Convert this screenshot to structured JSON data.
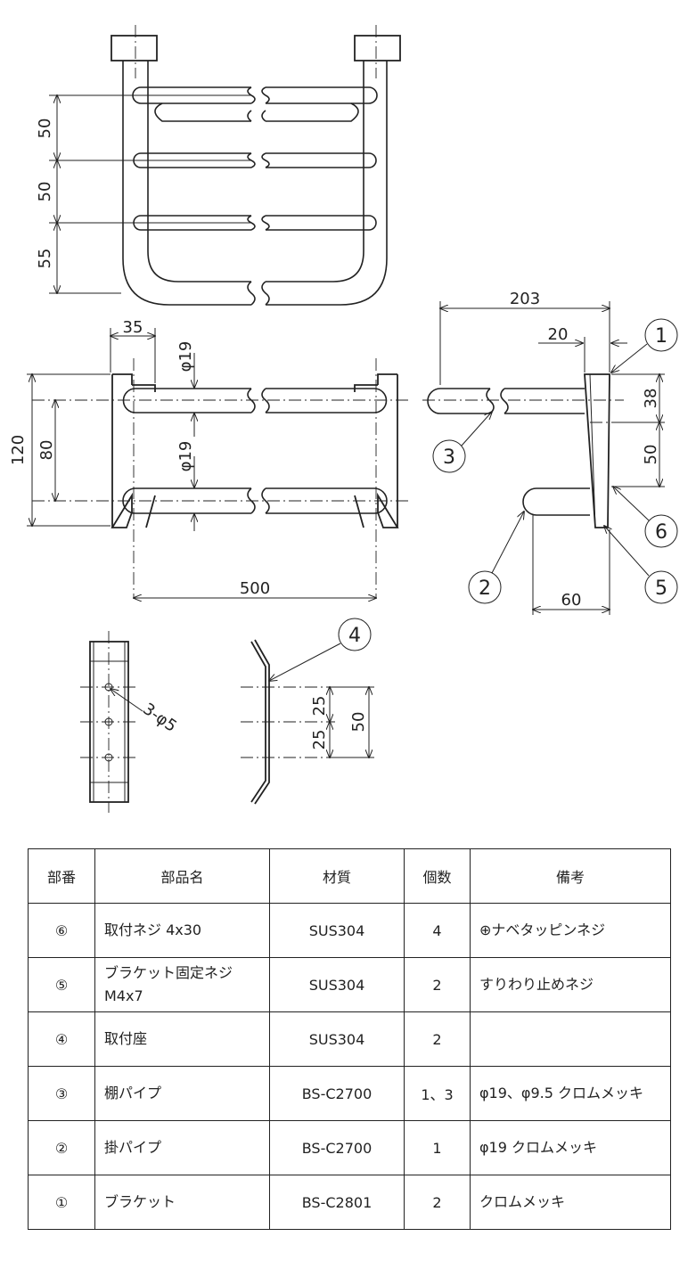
{
  "drawing": {
    "dimensions": {
      "front_spacing_1": "50",
      "front_spacing_2": "50",
      "front_spacing_3": "55",
      "bracket_width": "35",
      "pipe_dia_1": "φ19",
      "pipe_dia_2": "φ19",
      "overall_height": "120",
      "pipe_pitch": "80",
      "overall_width": "500",
      "depth": "203",
      "bracket_top_offset": "20",
      "side_38": "38",
      "side_50": "50",
      "hang_depth": "60",
      "holes": "3-φ5",
      "seat_25a": "25",
      "seat_25b": "25",
      "seat_50": "50"
    },
    "balloons": [
      "1",
      "2",
      "3",
      "4",
      "5",
      "6"
    ]
  },
  "table": {
    "headers": [
      "部番",
      "部品名",
      "材質",
      "個数",
      "備考"
    ],
    "rows": [
      {
        "no": "⑥",
        "name": "取付ネジ 4x30",
        "material": "SUS304",
        "qty": "4",
        "note": "⊕ナベタッピンネジ"
      },
      {
        "no": "⑤",
        "name": "ブラケット固定ネジ M4x7",
        "material": "SUS304",
        "qty": "2",
        "note": "すりわり止めネジ"
      },
      {
        "no": "④",
        "name": "取付座",
        "material": "SUS304",
        "qty": "2",
        "note": ""
      },
      {
        "no": "③",
        "name": "棚パイプ",
        "material": "BS-C2700",
        "qty": "1、3",
        "note": "φ19、φ9.5 クロムメッキ"
      },
      {
        "no": "②",
        "name": "掛パイプ",
        "material": "BS-C2700",
        "qty": "1",
        "note": "φ19 クロムメッキ"
      },
      {
        "no": "①",
        "name": "ブラケット",
        "material": "BS-C2801",
        "qty": "2",
        "note": "クロムメッキ"
      }
    ]
  }
}
